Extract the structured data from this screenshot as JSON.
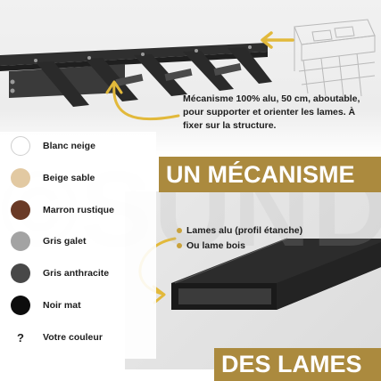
{
  "mechanism": {
    "caption": "Mécanisme 100% alu, 50 cm, aboutable, pour supporter et orienter les lames. À fixer sur la structure.",
    "banner": "UN MÉCANISME"
  },
  "slats": {
    "banner": "DES LAMES",
    "features": [
      "Lames alu (profil étanche)",
      "Ou lame bois"
    ]
  },
  "colors": {
    "items": [
      {
        "label": "Blanc neige",
        "hex": "#ffffff",
        "icon": ""
      },
      {
        "label": "Beige sable",
        "hex": "#e2c9a2",
        "icon": ""
      },
      {
        "label": "Marron rustique",
        "hex": "#6a3a26",
        "icon": ""
      },
      {
        "label": "Gris galet",
        "hex": "#a3a3a3",
        "icon": ""
      },
      {
        "label": "Gris anthracite",
        "hex": "#484848",
        "icon": ""
      },
      {
        "label": "Noir mat",
        "hex": "#0d0d0d",
        "icon": ""
      },
      {
        "label": "Votre couleur",
        "hex": "#ffffff",
        "icon": "?"
      }
    ]
  },
  "theme": {
    "accent": "#ab8a3e",
    "arrow": "#e2b93b",
    "bullet": "#c9a23c"
  }
}
